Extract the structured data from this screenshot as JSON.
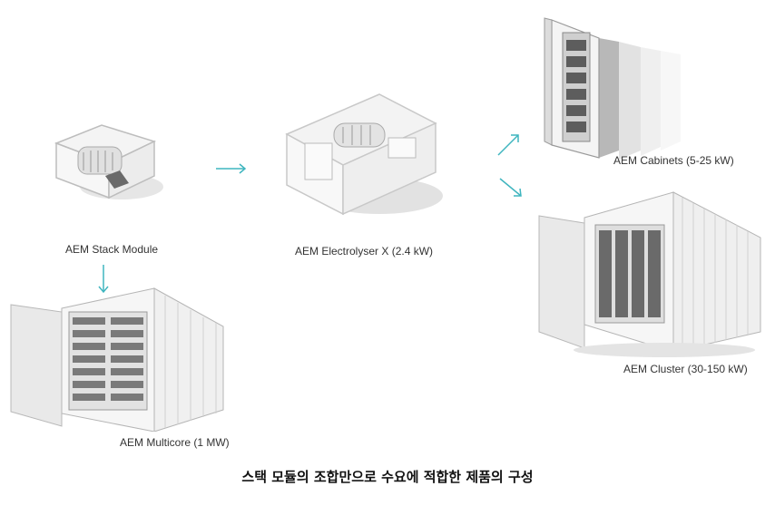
{
  "products": {
    "stack_module": "AEM Stack Module",
    "electrolyser": "AEM Electrolyser X (2.4 kW)",
    "cabinets": "AEM Cabinets (5-25 kW)",
    "cluster": "AEM Cluster (30-150 kW)",
    "multicore": "AEM Multicore (1 MW)"
  },
  "caption": "스택 모듈의 조합만으로 수요에 적합한 제품의 구성",
  "colors": {
    "arrow": "#3fb5bf",
    "frame": "#c9c9c9",
    "shadow": "#d6d6d6"
  }
}
